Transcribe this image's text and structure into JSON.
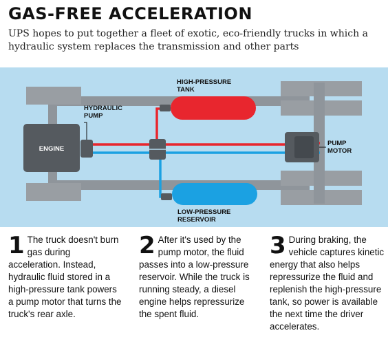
{
  "header": {
    "title": "GAS-FREE ACCELERATION",
    "subtitle": "UPS hopes to put together a fleet of exotic, eco-friendly trucks in which a hydraulic system replaces the transmission and other parts"
  },
  "diagram": {
    "engine_label": "ENGINE",
    "hydraulic_pump_line1": "HYDRAULIC",
    "hydraulic_pump_line2": "PUMP",
    "hp_tank_line1": "HIGH-PRESSURE",
    "hp_tank_line2": "TANK",
    "lp_res_line1": "LOW-PRESSURE",
    "lp_res_line2": "RESERVOIR",
    "pump_motor_line1": "PUMP",
    "pump_motor_line2": "MOTOR",
    "colors": {
      "panel": "#b7dcf0",
      "chassis": "#8f959b",
      "wheel": "#999ea3",
      "engine": "#555a5f",
      "high_pressure": "#e8262e",
      "low_pressure": "#1ba1e2"
    }
  },
  "steps": [
    {
      "number": "1",
      "text": "The truck doesn't burn gas during acceleration. Instead, hydraulic fluid stored in a high-pressure tank powers a pump motor that turns the truck's rear axle."
    },
    {
      "number": "2",
      "text": "After it's used by the pump motor, the fluid passes into a low-pressure reservoir. While the truck is running steady, a diesel engine helps repressur­ize the spent fluid."
    },
    {
      "number": "3",
      "text": "During braking, the vehicle captures kinetic energy that also helps repressurize the fluid and replenish the high-pressure tank, so power is available the next time the driver accelerates."
    }
  ]
}
